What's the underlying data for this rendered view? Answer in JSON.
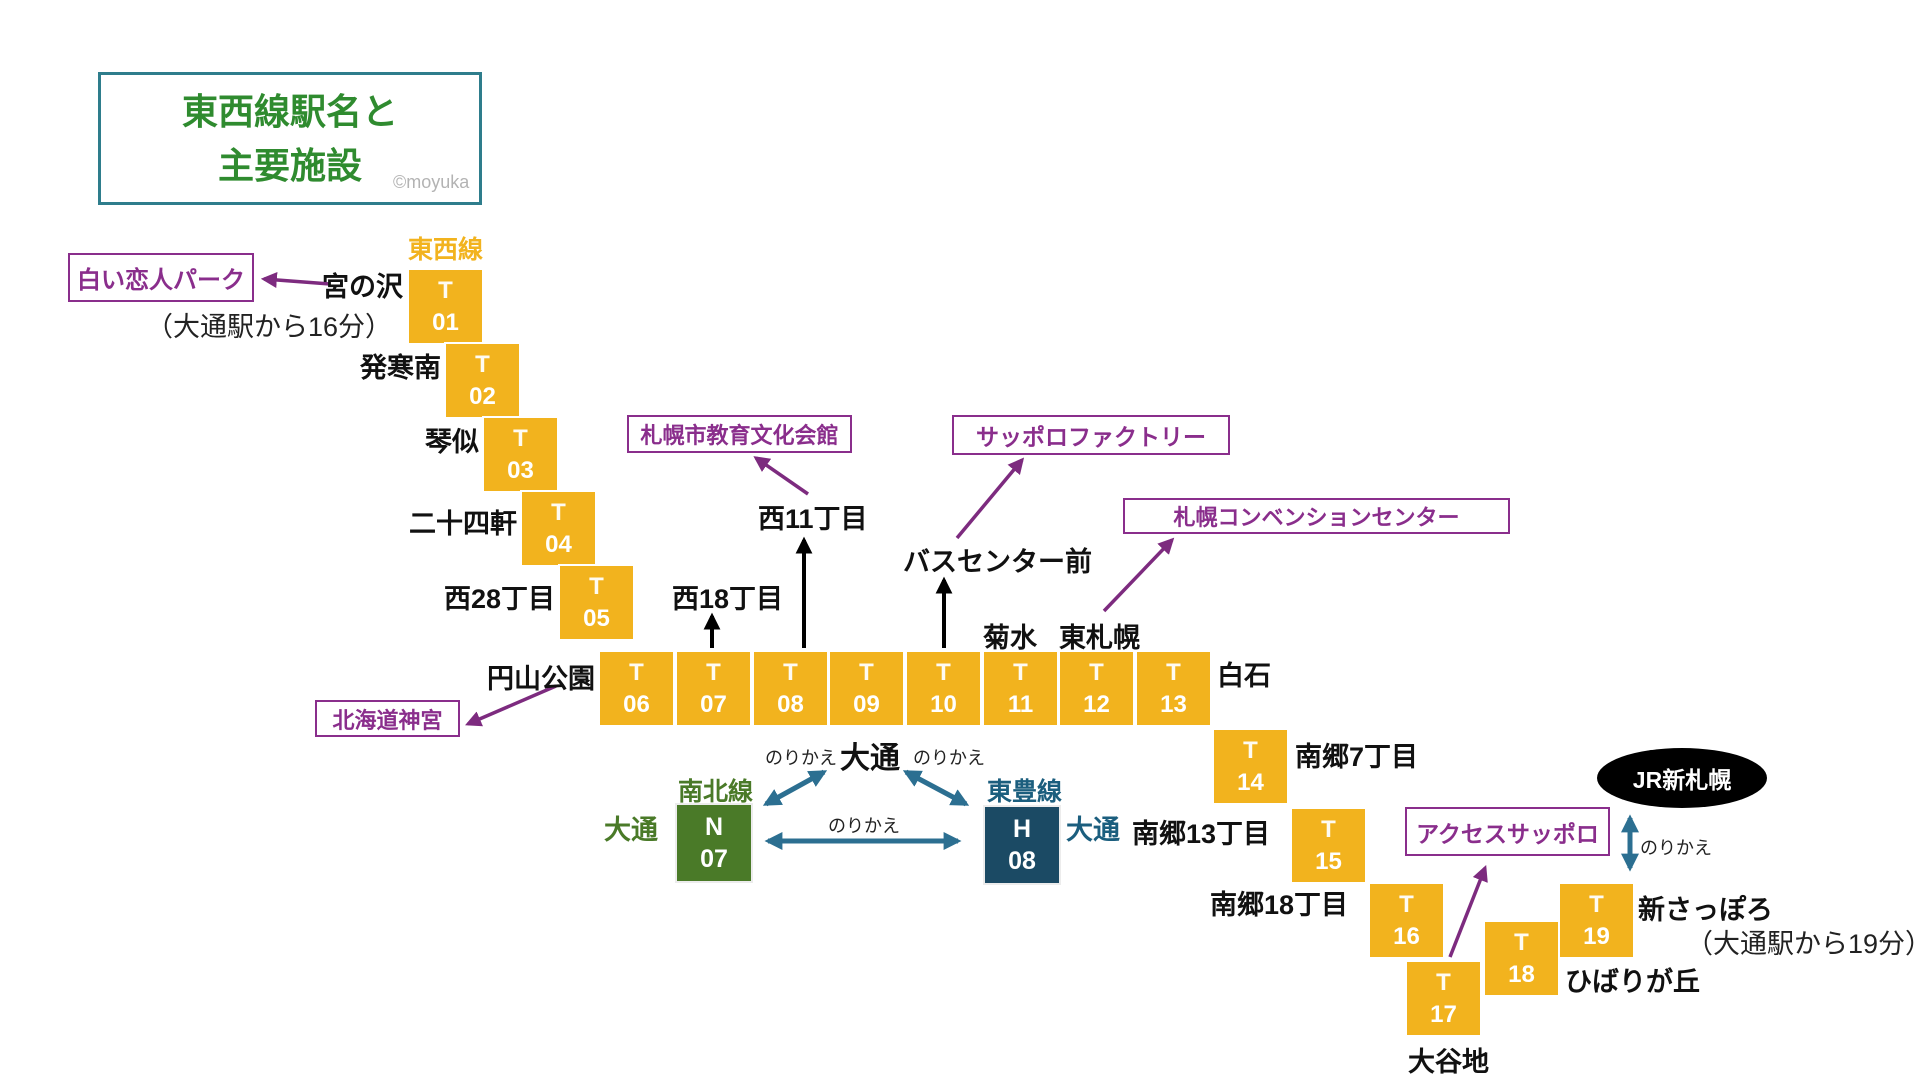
{
  "title": {
    "line1": "東西線駅名と",
    "line2": "主要施設",
    "credit": "©moyuka"
  },
  "line_labels": {
    "tozai": "東西線",
    "namboku": "南北線",
    "toho": "東豊線"
  },
  "stations": [
    {
      "letter": "T",
      "number": "01",
      "name": "宮の沢"
    },
    {
      "letter": "T",
      "number": "02",
      "name": "発寒南"
    },
    {
      "letter": "T",
      "number": "03",
      "name": "琴似"
    },
    {
      "letter": "T",
      "number": "04",
      "name": "二十四軒"
    },
    {
      "letter": "T",
      "number": "05",
      "name": "西28丁目"
    },
    {
      "letter": "T",
      "number": "06",
      "name": "円山公園"
    },
    {
      "letter": "T",
      "number": "07",
      "name": "西18丁目"
    },
    {
      "letter": "T",
      "number": "08",
      "name": "西11丁目"
    },
    {
      "letter": "T",
      "number": "09",
      "name": "大通"
    },
    {
      "letter": "T",
      "number": "10",
      "name": "バスセンター前"
    },
    {
      "letter": "T",
      "number": "11",
      "name": "菊水"
    },
    {
      "letter": "T",
      "number": "12",
      "name": "東札幌"
    },
    {
      "letter": "T",
      "number": "13",
      "name": "白石"
    },
    {
      "letter": "T",
      "number": "14",
      "name": "南郷7丁目"
    },
    {
      "letter": "T",
      "number": "15",
      "name": "南郷13丁目"
    },
    {
      "letter": "T",
      "number": "16",
      "name": "南郷18丁目"
    },
    {
      "letter": "T",
      "number": "17",
      "name": "大谷地"
    },
    {
      "letter": "T",
      "number": "18",
      "name": "ひばりが丘"
    },
    {
      "letter": "T",
      "number": "19",
      "name": "新さっぽろ"
    }
  ],
  "notes": {
    "from_odori_16": "（大通駅から16分）",
    "from_odori_19": "（大通駅から19分）"
  },
  "facilities": [
    {
      "label": "白い恋人パーク"
    },
    {
      "label": "北海道神宮"
    },
    {
      "label": "札幌市教育文化会館"
    },
    {
      "label": "サッポロファクトリー"
    },
    {
      "label": "札幌コンベンションセンター"
    },
    {
      "label": "アクセスサッポロ"
    }
  ],
  "transfers": {
    "odori_main": "大通",
    "norikae": "のりかえ",
    "namboku_station": {
      "letter": "N",
      "number": "07",
      "name": "大通"
    },
    "toho_station": {
      "letter": "H",
      "number": "08",
      "name": "大通"
    },
    "jr_label": "JR新札幌"
  },
  "colors": {
    "line_yellow": "#F2B31E",
    "namboku_green": "#4A7A28",
    "toho_teal": "#1B4A64",
    "teal_label": "#1B5E7E",
    "purple": "#8A2E8C",
    "arrow_purple": "#7D2B7F",
    "arrow_teal": "#2C6F91",
    "title_green": "#2F8B2F",
    "title_border": "#2E7D8C"
  }
}
